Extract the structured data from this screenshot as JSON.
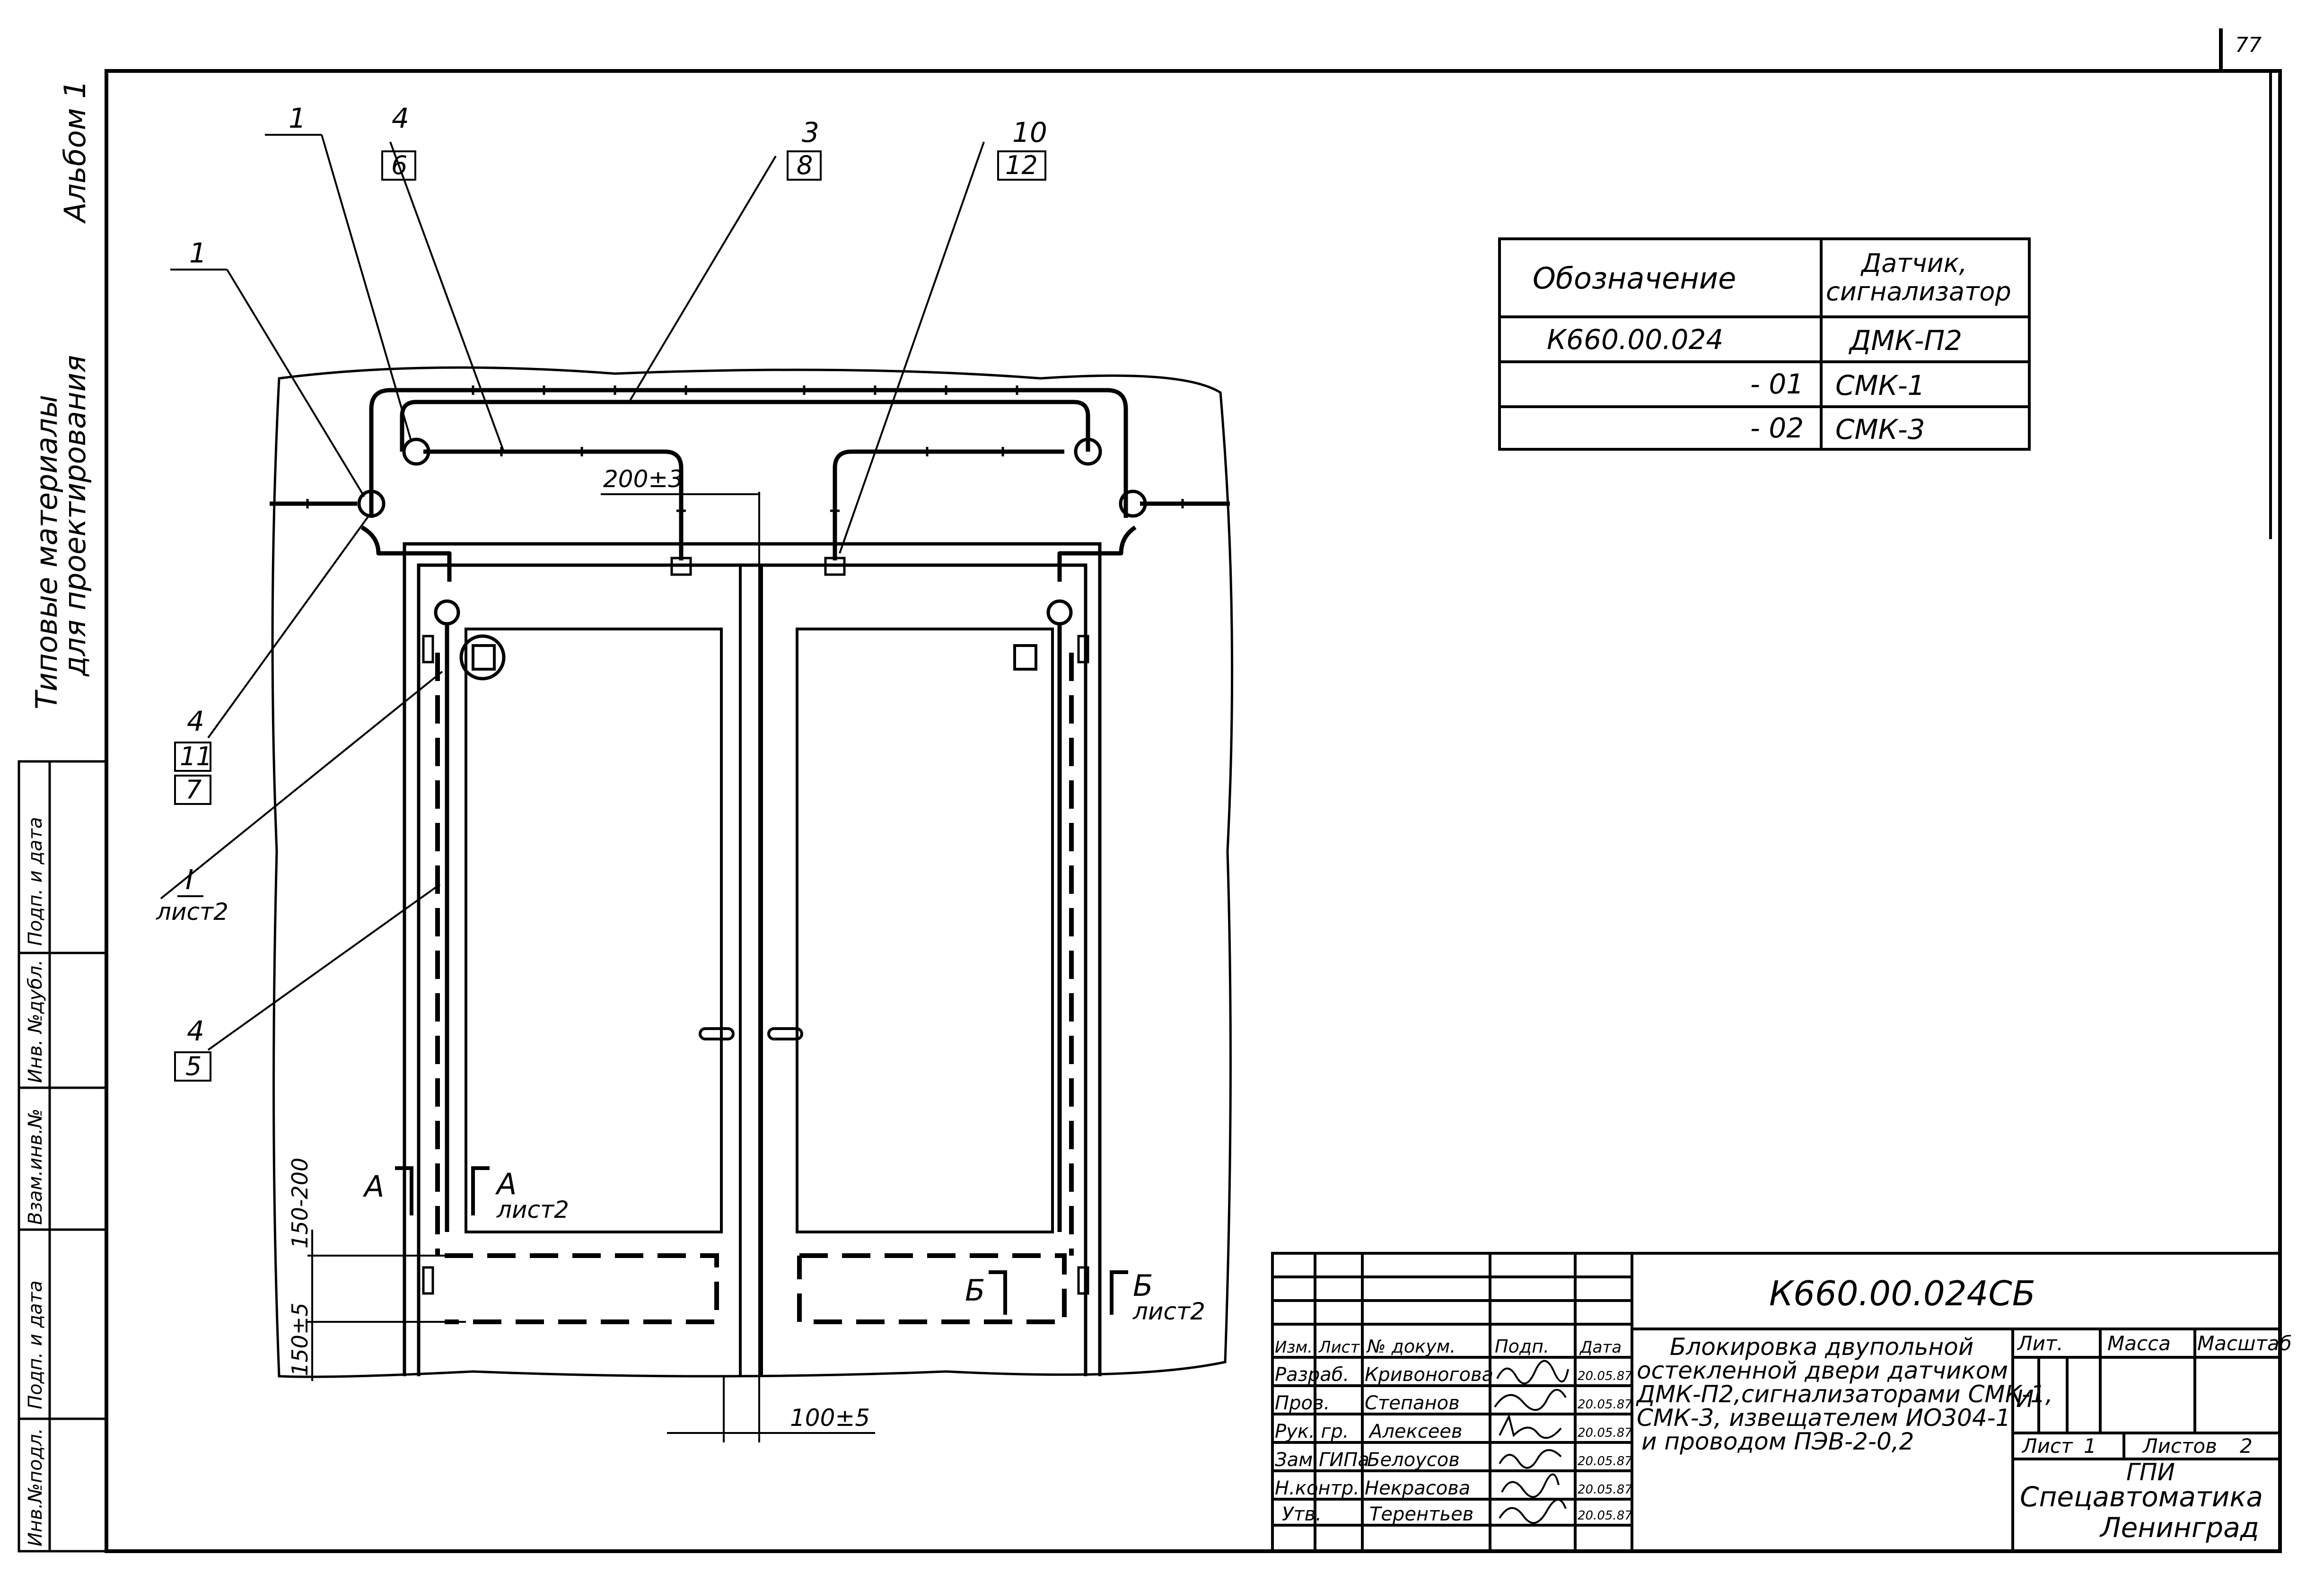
{
  "page_number": "77",
  "side_margin": {
    "album": "Альбом 1",
    "series_line1": "Типовые  материалы",
    "series_line2": "для  проектирования"
  },
  "side_stamp": [
    "Инв.№подл.",
    "Подп. и дата",
    "Взам.инв.№",
    "Инв. №дубл.",
    "Подп. и дата"
  ],
  "callouts": {
    "left_pos1": "1",
    "top_pos1": "1",
    "top_4": "4",
    "top_6": "6",
    "top_3": "3",
    "top_8": "8",
    "top_10": "10",
    "top_12": "12",
    "left_4": "4",
    "left_11": "11",
    "left_7": "7",
    "section_I": "I",
    "section_I_sheet": "лист2",
    "mid_4": "4",
    "mid_5": "5"
  },
  "sections": {
    "a_left": "А",
    "a_right": "А",
    "a_sheet": "лист2",
    "b_left": "Б",
    "b_right": "Б",
    "b_sheet": "лист2"
  },
  "dimensions": {
    "top": "200±3",
    "bottom": "100±5",
    "vert_upper": "150-200",
    "vert_lower": "150±5"
  },
  "variants_table": {
    "headers": [
      "Обозначение",
      "Датчик,",
      "сигнализатор"
    ],
    "rows": [
      {
        "designation": "К660.00.024",
        "device": "ДМК-П2"
      },
      {
        "designation": "- 01",
        "device": "СМК-1"
      },
      {
        "designation": "- 02",
        "device": "СМК-3"
      }
    ]
  },
  "title_block": {
    "doc_code": "К660.00.024СБ",
    "title_lines": [
      "Блокировка двупольной",
      "остекленной двери датчиком",
      "ДМК-П2,сигнализаторами СМК-1,",
      "СМК-3, извещателем ИО304-1",
      "и проводом  ПЭВ-2-0,2"
    ],
    "col_headers": [
      "Изм.",
      "Лист",
      "№ докум.",
      "Подп.",
      "Дата"
    ],
    "staff": [
      {
        "role": "Разраб.",
        "name": "Кривоногова",
        "date": "20.05.87"
      },
      {
        "role": "Пров.",
        "name": "Степанов",
        "date": "20.05.87"
      },
      {
        "role": "Рук. гр.",
        "name": "Алексеев",
        "date": "20.05.87"
      },
      {
        "role": "Зам.ГИПа",
        "name": "Белоусов",
        "date": "20.05.87"
      },
      {
        "role": "Н.контр.",
        "name": "Некрасова",
        "date": "20.05.87"
      },
      {
        "role": "Утв.",
        "name": "Терентьев",
        "date": "20.05.87"
      }
    ],
    "lit_label": "Лит.",
    "mass_label": "Масса",
    "scale_label": "Масштаб",
    "lit_value": "И",
    "sheet_label": "Лист",
    "sheet_value": "1",
    "sheets_label": "Листов",
    "sheets_value": "2",
    "org_line1": "ГПИ",
    "org_line2": "Спецавтоматика",
    "org_line3": "Ленинград"
  }
}
